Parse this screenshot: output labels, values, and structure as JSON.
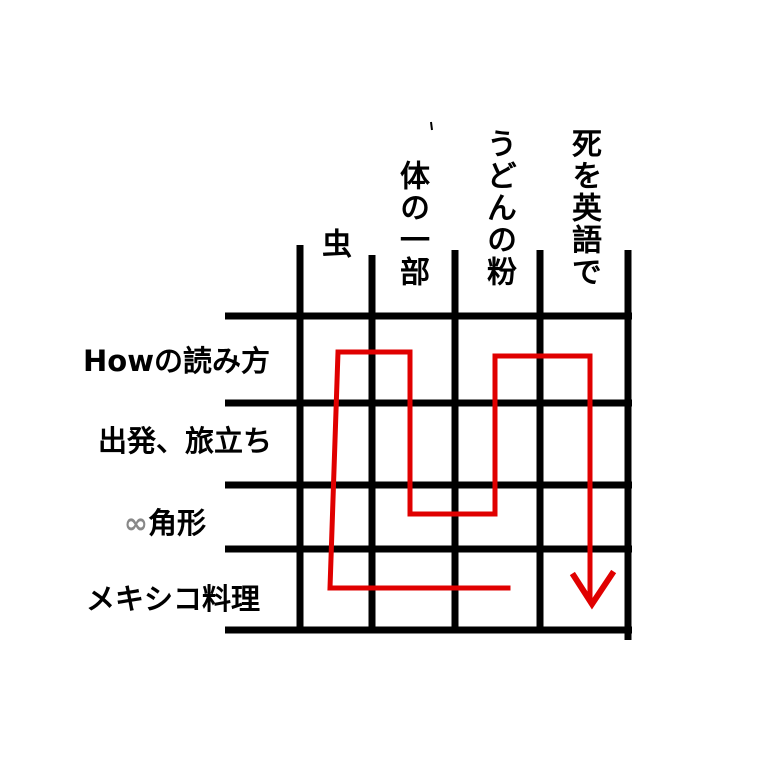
{
  "columns": [
    {
      "label": "虫"
    },
    {
      "label": "体の一部"
    },
    {
      "label": "うどんの粉"
    },
    {
      "label": "死を英語で"
    }
  ],
  "rows": [
    {
      "label": "Howの読み方"
    },
    {
      "label": "出発、旅立ち"
    },
    {
      "label": "角形",
      "prefix": "∞"
    },
    {
      "label": "メキシコ料理"
    }
  ],
  "colors": {
    "grid": "#000000",
    "path": "#e00000",
    "infinity": "#888888"
  }
}
